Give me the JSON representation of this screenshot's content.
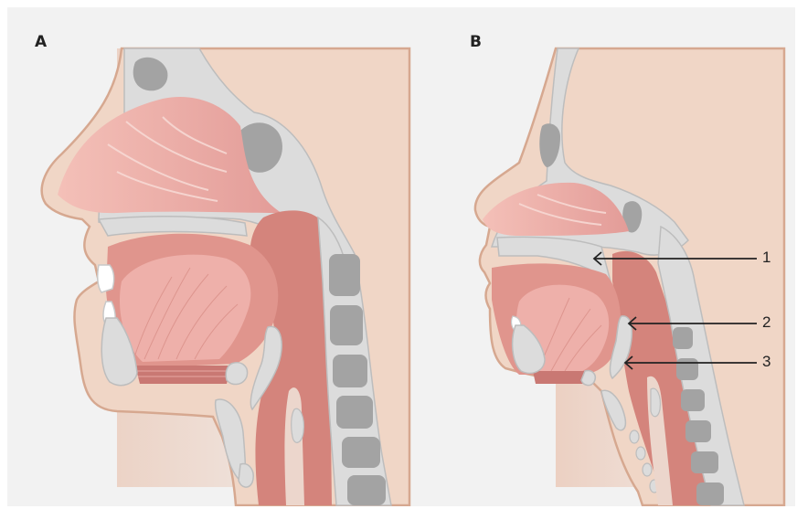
{
  "panels": [
    {
      "label": "A"
    },
    {
      "label": "B"
    }
  ],
  "callouts": [
    {
      "number": "1"
    },
    {
      "number": "2"
    },
    {
      "number": "3"
    }
  ],
  "colors": {
    "background": "#f2f2f2",
    "skin": "#f0d6c6",
    "skin_outline": "#d6a890",
    "bone": "#dcdcdc",
    "bone_dark": "#a3a3a3",
    "mucosa": "#e8a6a0",
    "muscle": "#d4847c",
    "tongue": "#eeb0aa",
    "airway_tint": "#ecd6cc",
    "arrow": "#222222"
  }
}
